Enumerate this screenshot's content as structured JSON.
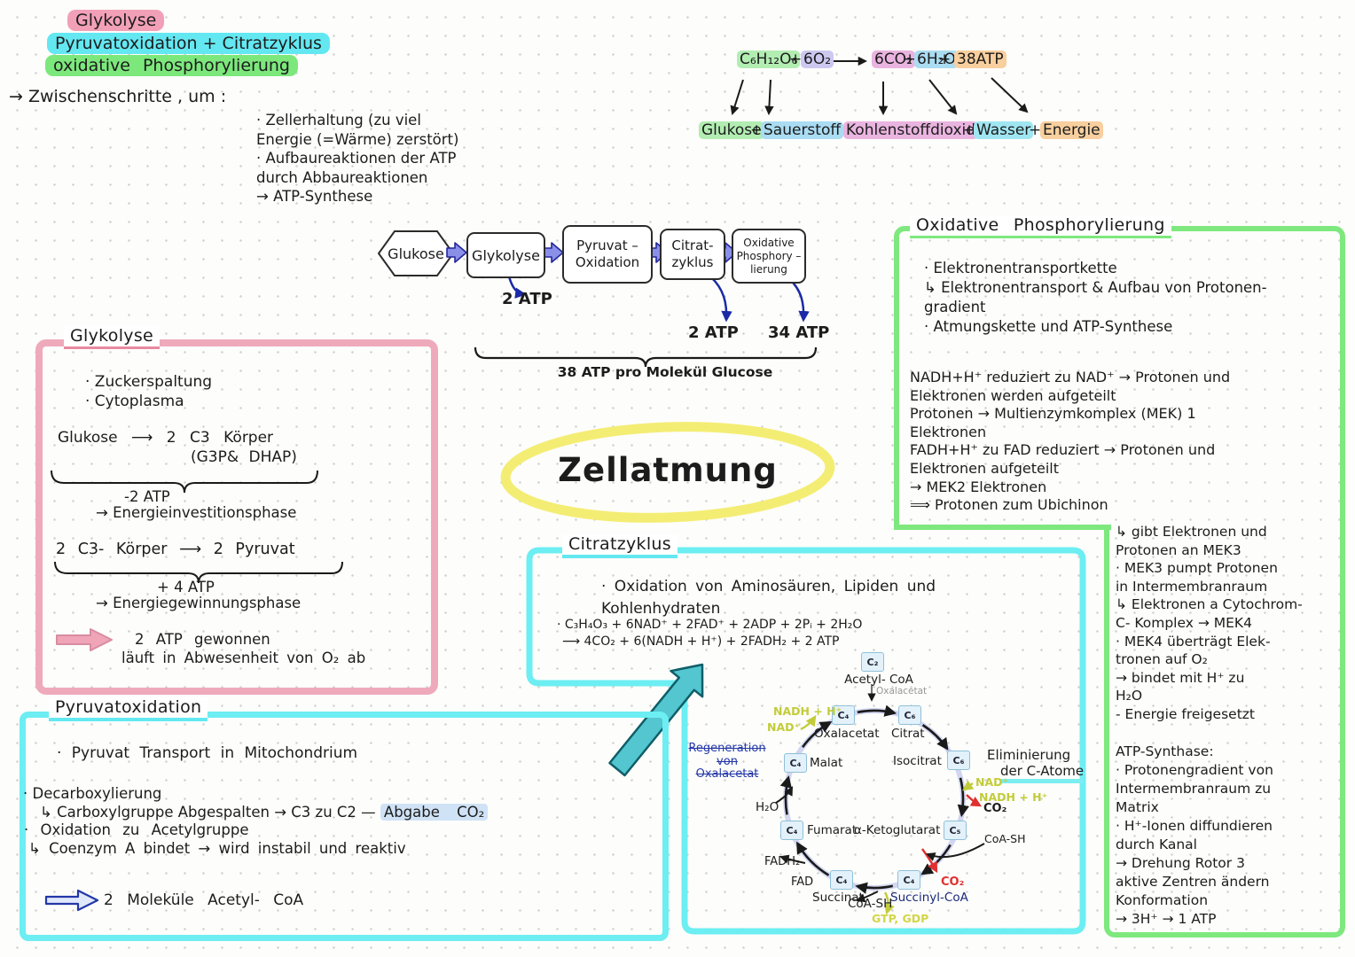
{
  "legend": {
    "item1": "Glykolyse",
    "item2": "Pyruvatoxidation + Citratzyklus",
    "item3": "oxidative Phosphorylierung"
  },
  "intro": {
    "lead": "→ Zwischenschritte , um :",
    "notes": "· Zellerhaltung (zu viel\nEnergie (=Wärme) zerstört)\n· Aufbaureaktionen der ATP\ndurch Abbaureaktionen\n→ ATP-Synthese"
  },
  "equation": {
    "glucose_f": "C₆H₁₂O₆",
    "plus": "+",
    "o2_f": "6O₂",
    "co2_f": "6CO₂",
    "h2o_f": "6H₂O",
    "atp_f": "38ATP",
    "glukose_w": "Glukose",
    "sauerstoff_w": "Sauerstoff",
    "kohlenstoffdioxid_w": "Kohlenstoffdioxid",
    "wasser_w": "Wasser",
    "energie_w": "Energie"
  },
  "flowchart": {
    "hex": "Glukose",
    "step1": "Glykolyse",
    "step2": "Pyruvat –\nOxidation",
    "step3": "Citrat-\nzyklus",
    "step4": "Oxidative\nPhosphory –\nlierung",
    "atp1": "2 ATP",
    "atp2": "2 ATP",
    "atp3": "34 ATP",
    "total": "38 ATP pro Molekül Glucose"
  },
  "zellatmung": "Zellatmung",
  "glykolyse": {
    "title": "Glykolyse",
    "bullets": "· Zuckerspaltung\n· Cytoplasma",
    "rxn1": "Glukose ⟶ 2 C3 Körper",
    "rxn1b": "(G3P& DHAP)",
    "inv1": "-2 ATP",
    "inv2": "→ Energieinvestitionsphase",
    "rxn2": "2 C3- Körper ⟶ 2 Pyruvat",
    "gain1": "+ 4 ATP",
    "gain2": "→ Energiegewinnungsphase",
    "res1": "2 ATP gewonnen",
    "res2": "läuft in Abwesenheit von O₂ ab"
  },
  "oxphos": {
    "title": "Oxidative Phosphorylierung",
    "bullets": "· Elektronentransportkette\n↳ Elektronentransport & Aufbau von Protonen-\ngradient\n· Atmungskette und ATP-Synthese",
    "para": "NADH+H⁺ reduziert zu NAD⁺ → Protonen und\nElektronen werden aufgeteilt\nProtonen → Multienzymkomplex (MEK) 1\nElektronen\nFADH+H⁺ zu FAD reduziert → Protonen und\nElektronen aufgeteilt\n→ MEK2 Elektronen\n⟹ Protonen zum Ubichinon",
    "col1": "↳ gibt Elektronen und\nProtonen an MEK3\n· MEK3 pumpt Protonen\nin Intermembranraum\n↳ Elektronen a Cytochrom-\nC- Komplex → MEK4\n· MEK4 überträgt Elek-\ntronen auf O₂\n→ bindet mit H⁺ zu\nH₂O\n- Energie freigesetzt",
    "col2": "ATP-Synthase:\n· Protonengradient von\nIntermembranraum zu\nMatrix\n· H⁺-Ionen diffundieren\ndurch Kanal\n→ Drehung Rotor 3\naktive Zentren ändern\nKonformation\n→ 3H⁺ → 1 ATP"
  },
  "pyruvat": {
    "title": "Pyruvatoxidation",
    "l1": "· Pyruvat Transport in Mitochondrium",
    "l2": "· Decarboxylierung",
    "l3a": "↳ Carboxylgruppe Abgespalten → C3 zu C2 —",
    "l3b": "Abgabe CO₂",
    "l4": "· Oxidation zu Acetylgruppe",
    "l5": "↳ Coenzym A bindet → wird instabil und reaktiv",
    "result": "2 Moleküle Acetyl- CoA"
  },
  "citrat": {
    "title": "Citratzyklus",
    "b1": "· Oxidation von Aminosäuren, Lipiden und\nKohlenhydraten",
    "eq1": "· C₃H₄O₃ + 6NAD⁺ + 2FAD⁺ + 2ADP + 2Pᵢ + 2H₂O",
    "eq2": "⟶ 4CO₂ + 6(NADH + H⁺) + 2FADH₂ + 2 ATP"
  },
  "cycle": {
    "c2": "C₂",
    "acetyl": "Acetyl- CoA",
    "entry": "Oxalacetat",
    "nadh1": "NADH + H⁺",
    "nad1": "NAD⁺",
    "regen": "Regeneration\nvon\nOxalacetat",
    "elim1": "Eliminierung",
    "elim2": "der C-Atome",
    "nad2": "NAD⁺",
    "nadh2": "NADH + H⁺",
    "co2a": "CO₂",
    "h2o": "H₂O",
    "coash_in": "CoA-SH",
    "co2b": "CO₂",
    "fadh2": "FADH₂",
    "fad": "FAD",
    "coash_out": "CoA-SH",
    "gtp": "GTP, GDP",
    "n_oxalacetat": {
      "c": "C₄",
      "name": "Oxalacetat"
    },
    "n_citrat": {
      "c": "C₆",
      "name": "Citrat"
    },
    "n_malat": {
      "c": "C₄",
      "name": "Malat"
    },
    "n_isocitrat": {
      "c": "C₆",
      "name": "Isocitrat"
    },
    "n_fumarat": {
      "c": "C₄",
      "name": "Fumarat"
    },
    "n_ketoglutarat": {
      "c": "C₅",
      "name": "α-Ketoglutarat"
    },
    "n_succinat": {
      "c": "C₄",
      "name": "Succinat"
    },
    "n_succinylcoa": {
      "c": "C₄",
      "name": "Succinyl-CoA"
    }
  },
  "colors": {
    "pink_hl": "#f2a0b8",
    "cyan_hl": "#63e8f2",
    "green_hl": "#7ce87c",
    "lavender_hl": "#cdc8f0",
    "pinkpurple_hl": "#eab4e0",
    "blue_hl": "#aadcf2",
    "orange_hl": "#f8cf9e",
    "yellow_ring": "#f3ec6d",
    "pink_border": "#eeaabb",
    "cyan_border": "#6ceef2",
    "green_border": "#7ee87e",
    "flow_arrow": "#8a90e8",
    "note_blue": "#2438a8",
    "red": "#e03030",
    "yellow_green": "#c2cc3a",
    "teal_arrow": "#53c6d0"
  }
}
